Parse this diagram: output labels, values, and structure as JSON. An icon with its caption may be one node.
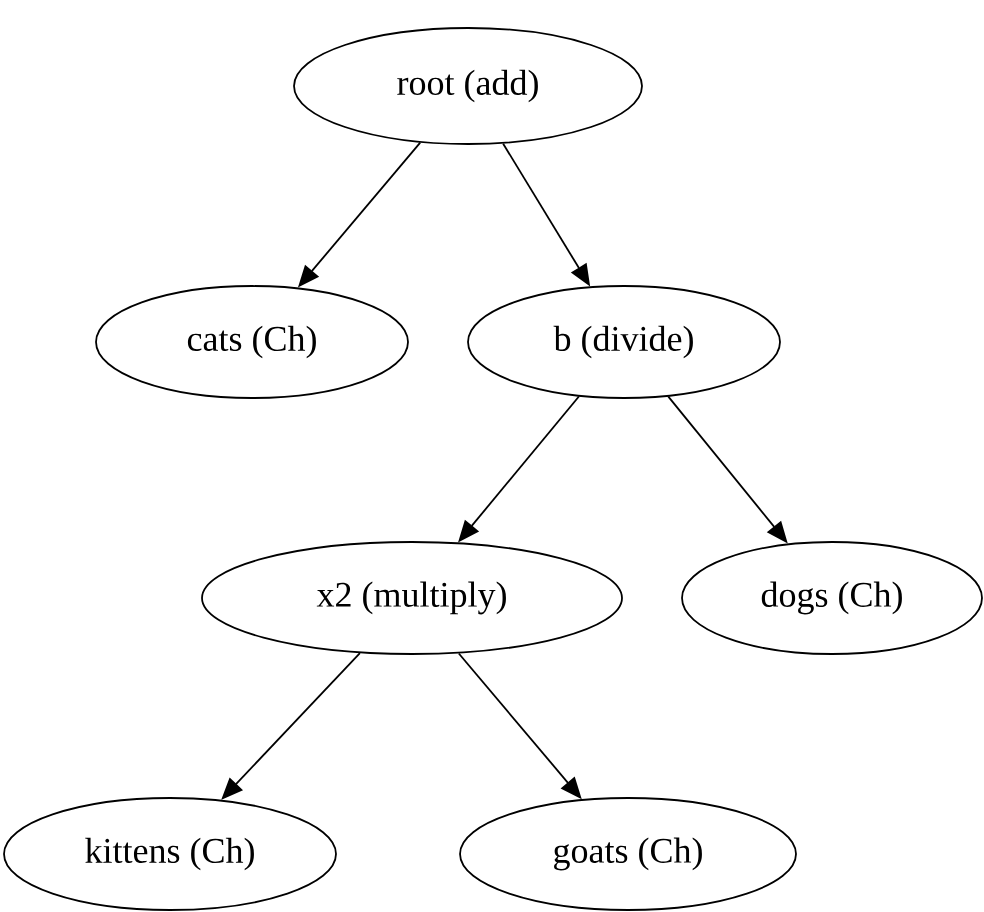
{
  "diagram": {
    "nodes": [
      {
        "text": [
          "root (add)"
        ]
      },
      {
        "text": [
          "cats (Ch)"
        ]
      },
      {
        "text": [
          "b (divide)"
        ]
      },
      {
        "text": [
          "x2 (multiply)"
        ]
      },
      {
        "text": [
          "dogs (Ch)"
        ]
      },
      {
        "text": [
          "kittens (Ch)"
        ]
      },
      {
        "text": [
          "goats (Ch)"
        ]
      }
    ],
    "edges": [
      {
        "from": 0,
        "to": 1,
        "arrow": "to"
      },
      {
        "from": 0,
        "to": 2,
        "arrow": "to"
      },
      {
        "from": 2,
        "to": 3,
        "arrow": "to"
      },
      {
        "from": 2,
        "to": 4,
        "arrow": "to"
      },
      {
        "from": 3,
        "to": 5,
        "arrow": "to"
      },
      {
        "from": 3,
        "to": 6,
        "arrow": "to"
      }
    ]
  }
}
